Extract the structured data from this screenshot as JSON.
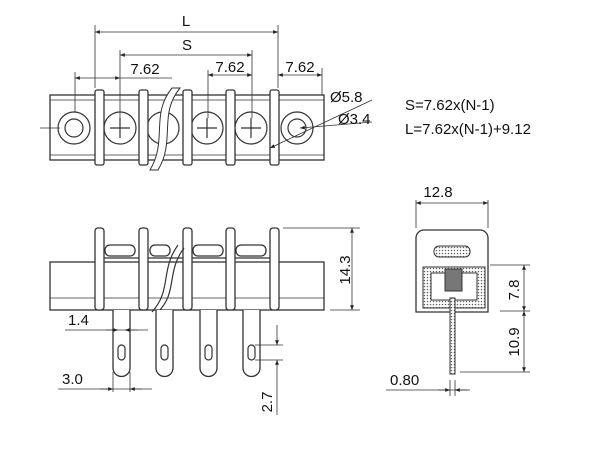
{
  "top_view": {
    "dim_L": "L",
    "dim_S": "S",
    "pitch_left": "7.62",
    "pitch_mid": "7.62",
    "pitch_right": "7.62",
    "hole_outer": "Ø5.8",
    "hole_inner": "Ø3.4"
  },
  "formulas": {
    "s_formula": "S=7.62x(N-1)",
    "l_formula": "L=7.62x(N-1)+9.12"
  },
  "front_view": {
    "height": "14.3",
    "pin_width": "1.4",
    "pin_spacing": "3.0",
    "slot_length": "2.7"
  },
  "side_view": {
    "width": "12.8",
    "body_height": "7.8",
    "pin_length": "10.9",
    "pin_thickness": "0.80"
  },
  "colors": {
    "line": "#333333",
    "background": "#ffffff"
  }
}
